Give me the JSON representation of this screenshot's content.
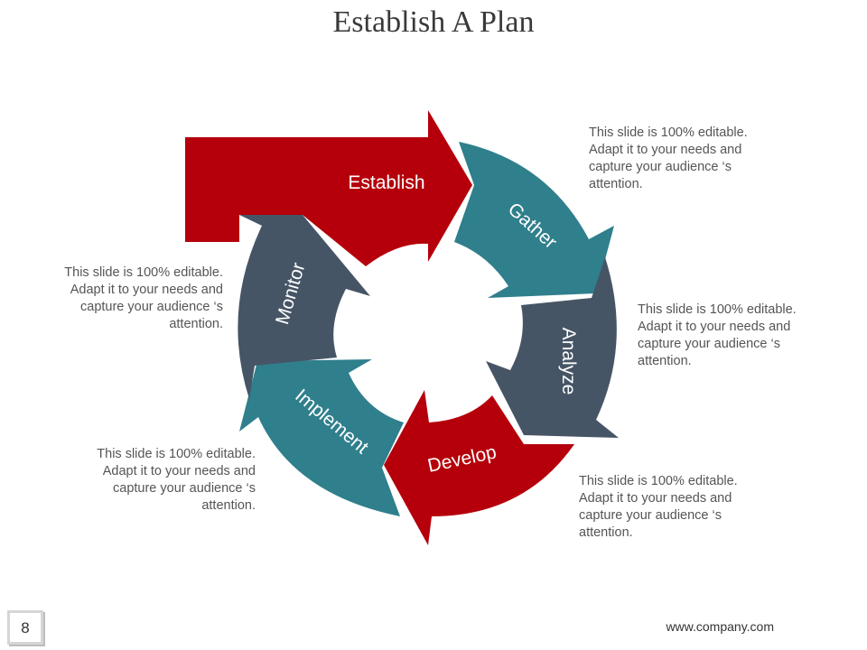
{
  "slide": {
    "title": "Establish A Plan",
    "page_number": "8",
    "footer_url": "www.company.com"
  },
  "cycle": {
    "segments": [
      {
        "label": "Establish",
        "color": "#b5000b"
      },
      {
        "label": "Gather",
        "color": "#2f7f8c"
      },
      {
        "label": "Analyze",
        "color": "#465566"
      },
      {
        "label": "Develop",
        "color": "#b5000b"
      },
      {
        "label": "Implement",
        "color": "#2f7f8c"
      },
      {
        "label": "Monitor",
        "color": "#465566"
      }
    ]
  },
  "notes": {
    "gather": "This slide is 100% editable. Adapt it to your needs and capture your  audience ‘s attention.",
    "analyze": "This slide is 100% editable. Adapt it to your needs and capture your  audience ‘s attention.",
    "develop": "This slide is 100% editable. Adapt it to your needs and capture your  audience ‘s attention.",
    "implement": "This slide is 100% editable. Adapt it to your needs and capture your  audience ‘s attention.",
    "monitor": "This slide is 100% editable. Adapt it to your needs and capture your  audience ‘s attention."
  }
}
